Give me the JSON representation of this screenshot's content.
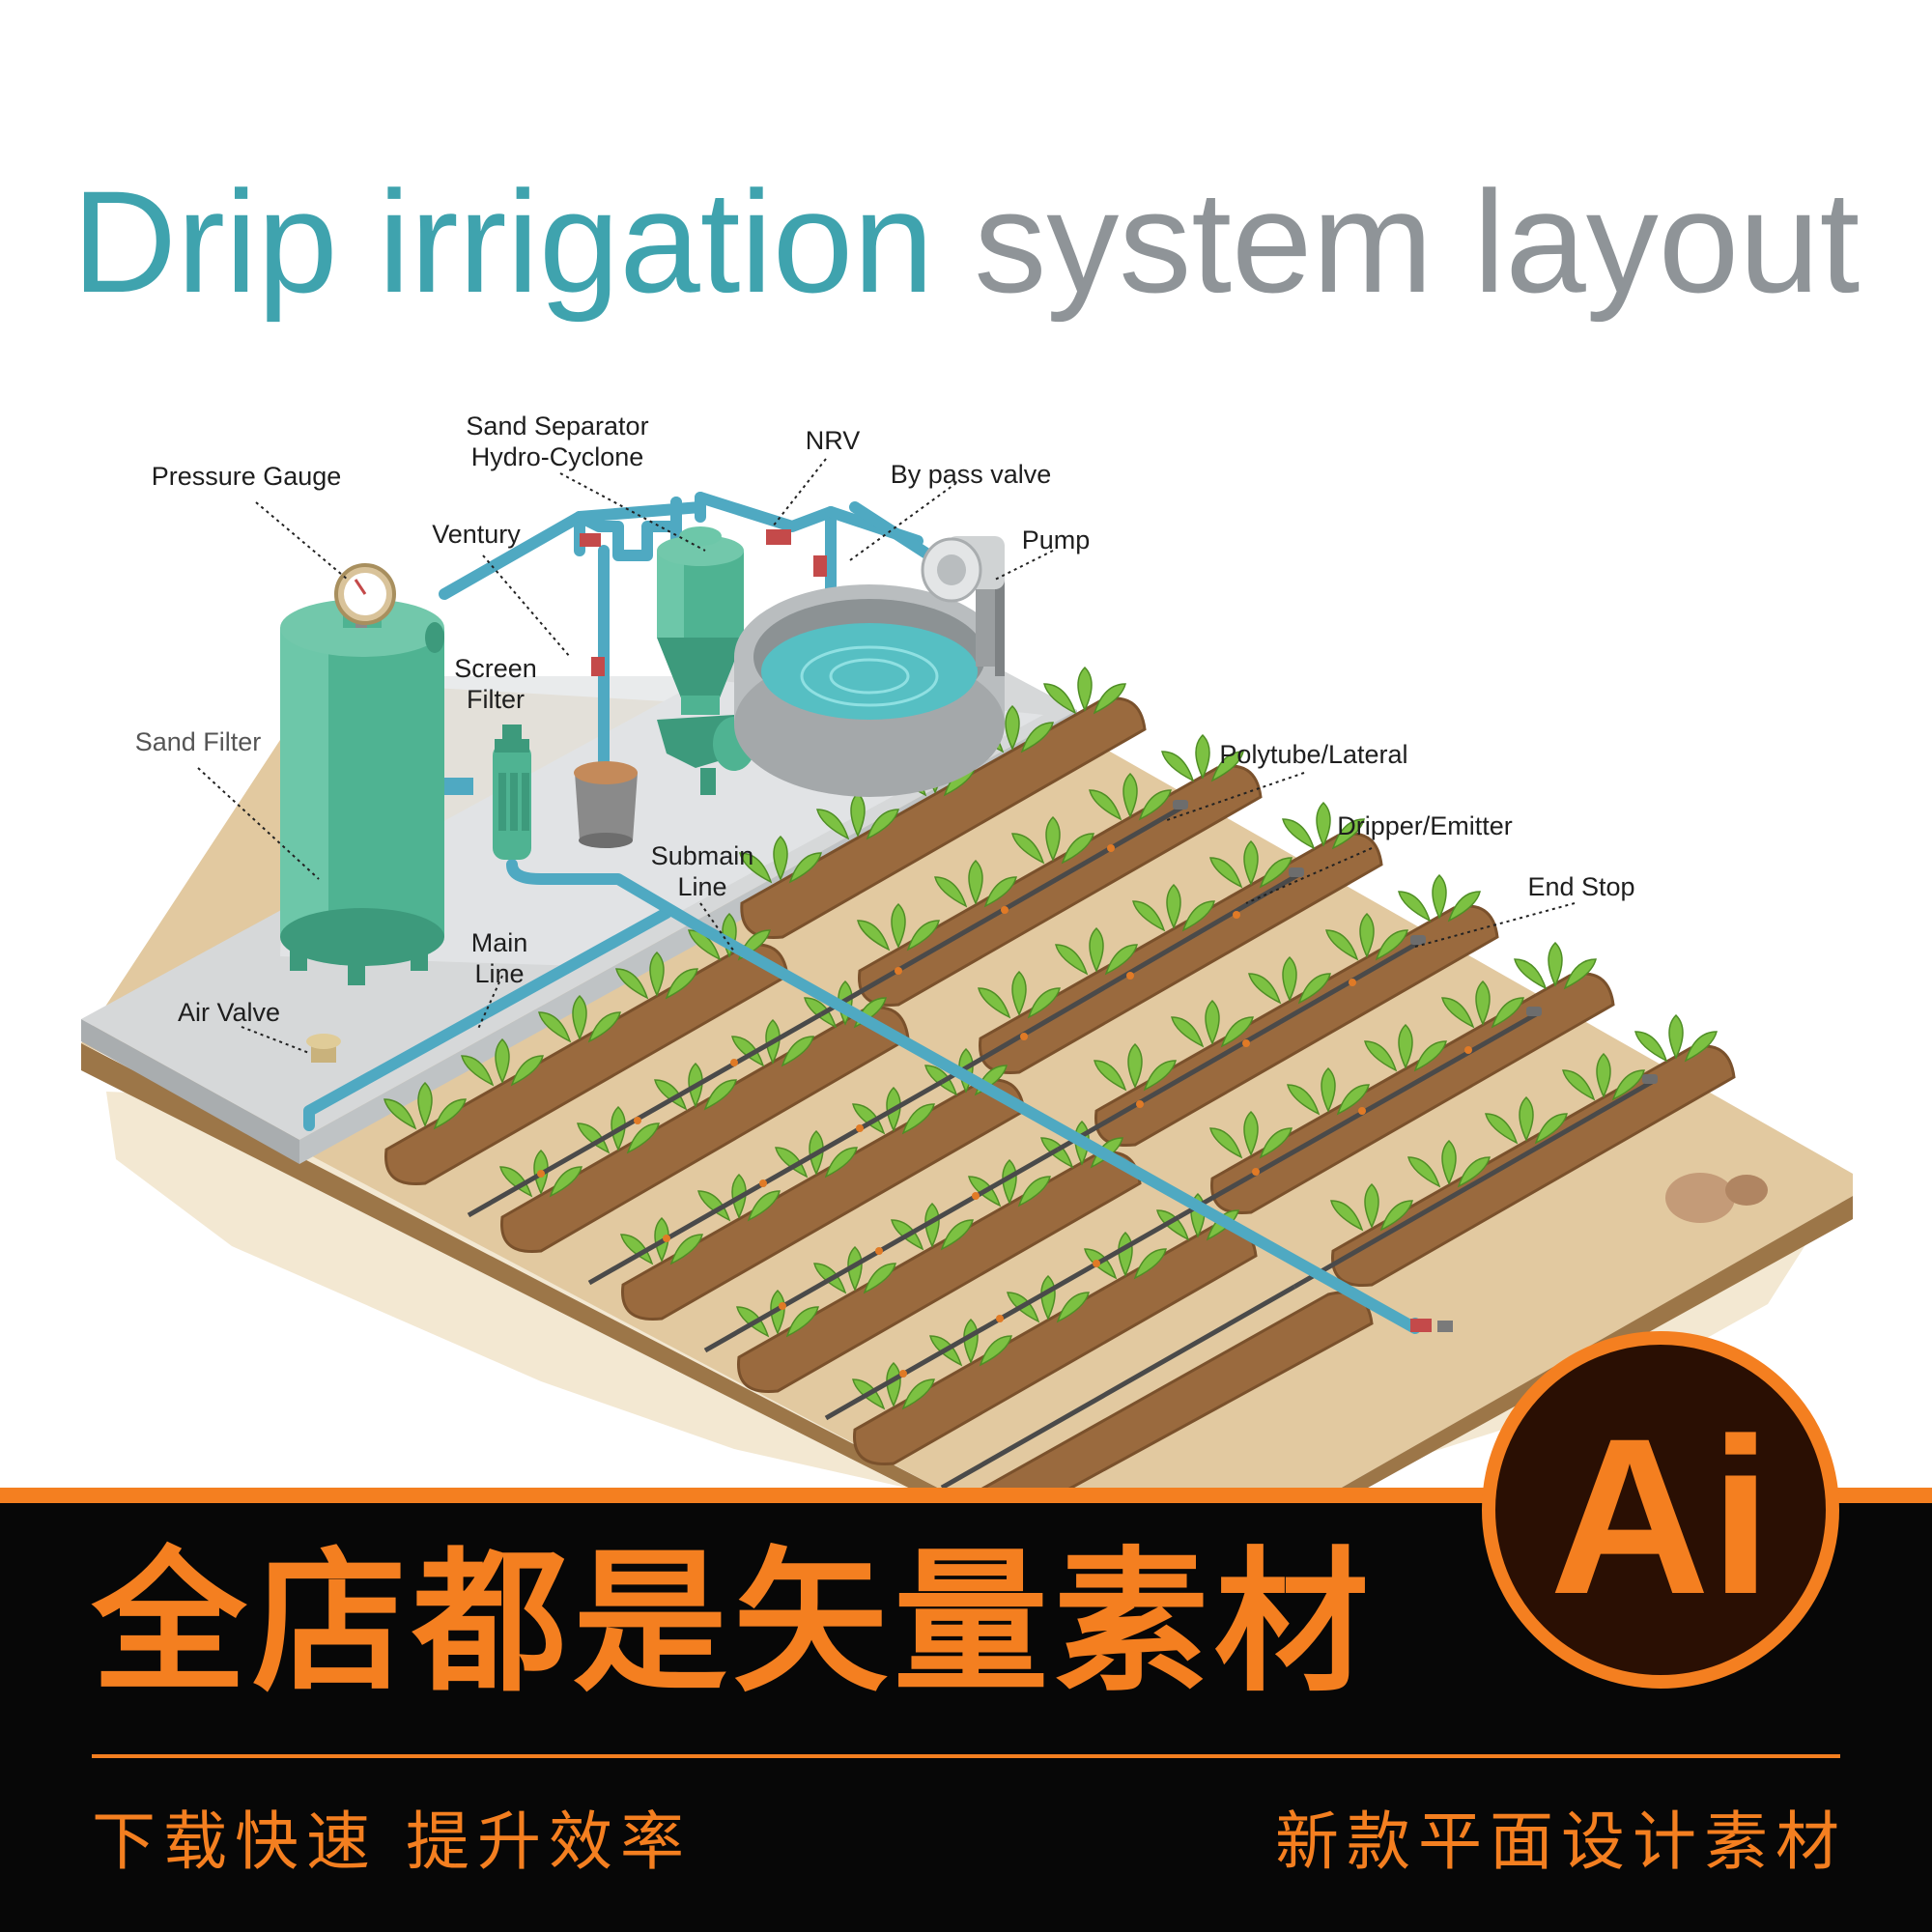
{
  "title": {
    "part1": "Drip irrigation",
    "part2": "system layout"
  },
  "labels": {
    "pressure_gauge": "Pressure Gauge",
    "sand_separator_1": "Sand Separator",
    "sand_separator_2": "Hydro-Cyclone",
    "nrv": "NRV",
    "bypass_valve": "By pass valve",
    "pump": "Pump",
    "venturi": "Ventury",
    "screen_filter_1": "Screen",
    "screen_filter_2": "Filter",
    "sand_filter": "Sand Filter",
    "polytube": "Polytube/Lateral",
    "dripper": "Dripper/Emitter",
    "end_stop": "End Stop",
    "submain_1": "Submain",
    "submain_2": "Line",
    "mainline_1": "Main",
    "mainline_2": "Line",
    "air_valve": "Air Valve"
  },
  "banner": {
    "main_text": "全店都是矢量素材",
    "sub_left": "下载快速  提升效率",
    "sub_right": "新款平面设计素材",
    "badge": "Ai"
  },
  "colors": {
    "title_accent": "#3fa3ae",
    "title_grey": "#8f9498",
    "equipment_green": "#4fb392",
    "pipe_blue": "#4fa9c2",
    "soil_brown": "#9a6a3e",
    "plant_green": "#7cc142",
    "banner_orange": "#f47f20",
    "banner_black": "#070707"
  }
}
